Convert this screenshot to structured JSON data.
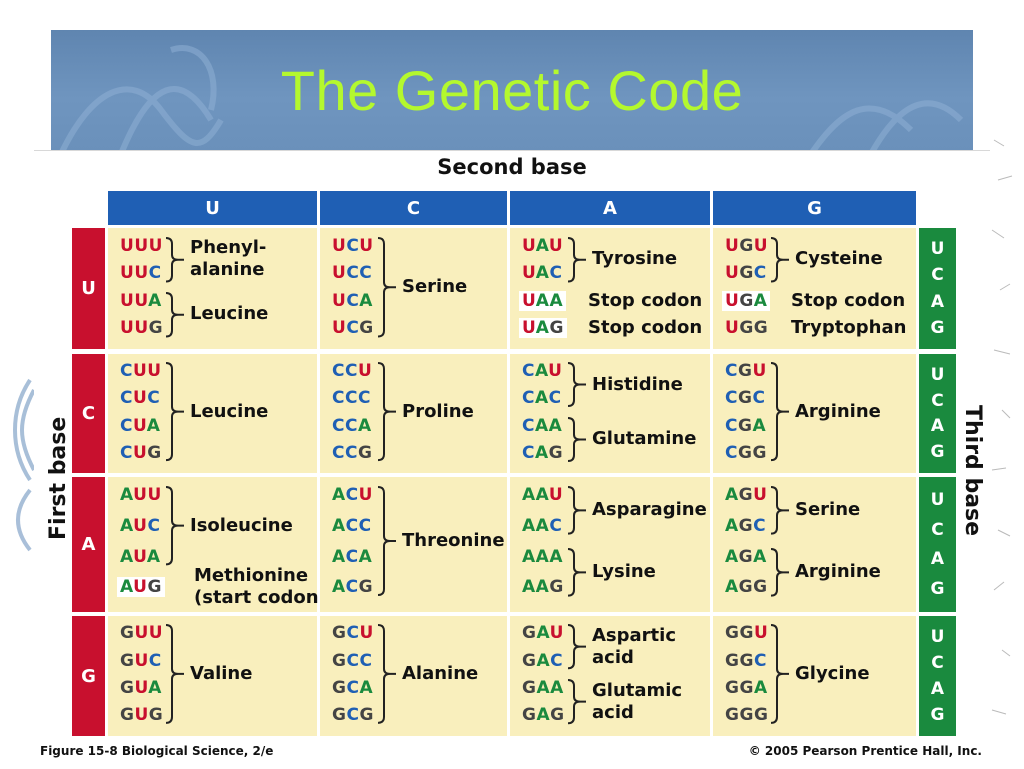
{
  "slide": {
    "title": "The Genetic Code"
  },
  "figure": {
    "second_base_label": "Second base",
    "first_base_label": "First base",
    "third_base_label": "Third base",
    "caption": "Figure 15-8  Biological Science, 2/e",
    "copyright": "© 2005 Pearson Prentice Hall, Inc."
  },
  "bases": [
    "U",
    "C",
    "A",
    "G"
  ],
  "third_base_letters": [
    "U",
    "C",
    "A",
    "G"
  ],
  "colors": {
    "U": "#c8102e",
    "C": "#1f5fb4",
    "A": "#1a8a3e",
    "G": "#444444",
    "cell_bg": "#f9efbd",
    "title": "#b4f82e"
  },
  "codon_groups": [
    [
      {
        "codons": [
          "UUU",
          "UUC"
        ],
        "aa": "Phenyl-\nalanine",
        "highlight": []
      },
      {
        "codons": [
          "UUA",
          "UUG"
        ],
        "aa": "Leucine",
        "highlight": []
      }
    ],
    [
      {
        "codons": [
          "UCU",
          "UCC",
          "UCA",
          "UCG"
        ],
        "aa": "Serine",
        "highlight": []
      }
    ],
    [
      {
        "codons": [
          "UAU",
          "UAC"
        ],
        "aa": "Tyrosine",
        "highlight": []
      },
      {
        "codons": [
          "UAA"
        ],
        "aa": "Stop codon",
        "highlight": [
          "UAA"
        ]
      },
      {
        "codons": [
          "UAG"
        ],
        "aa": "Stop codon",
        "highlight": [
          "UAG"
        ]
      }
    ],
    [
      {
        "codons": [
          "UGU",
          "UGC"
        ],
        "aa": "Cysteine",
        "highlight": []
      },
      {
        "codons": [
          "UGA"
        ],
        "aa": "Stop codon",
        "highlight": [
          "UGA"
        ]
      },
      {
        "codons": [
          "UGG"
        ],
        "aa": "Tryptophan",
        "highlight": []
      }
    ],
    [
      {
        "codons": [
          "CUU",
          "CUC",
          "CUA",
          "CUG"
        ],
        "aa": "Leucine",
        "highlight": []
      }
    ],
    [
      {
        "codons": [
          "CCU",
          "CCC",
          "CCA",
          "CCG"
        ],
        "aa": "Proline",
        "highlight": []
      }
    ],
    [
      {
        "codons": [
          "CAU",
          "CAC"
        ],
        "aa": "Histidine",
        "highlight": []
      },
      {
        "codons": [
          "CAA",
          "CAG"
        ],
        "aa": "Glutamine",
        "highlight": []
      }
    ],
    [
      {
        "codons": [
          "CGU",
          "CGC",
          "CGA",
          "CGG"
        ],
        "aa": "Arginine",
        "highlight": []
      }
    ],
    [
      {
        "codons": [
          "AUU",
          "AUC",
          "AUA"
        ],
        "aa": "Isoleucine",
        "highlight": []
      },
      {
        "codons": [
          "AUG"
        ],
        "aa": "Methionine\n(start codon)",
        "highlight": [
          "AUG"
        ]
      }
    ],
    [
      {
        "codons": [
          "ACU",
          "ACC",
          "ACA",
          "ACG"
        ],
        "aa": "Threonine",
        "highlight": []
      }
    ],
    [
      {
        "codons": [
          "AAU",
          "AAC"
        ],
        "aa": "Asparagine",
        "highlight": []
      },
      {
        "codons": [
          "AAA",
          "AAG"
        ],
        "aa": "Lysine",
        "highlight": []
      }
    ],
    [
      {
        "codons": [
          "AGU",
          "AGC"
        ],
        "aa": "Serine",
        "highlight": []
      },
      {
        "codons": [
          "AGA",
          "AGG"
        ],
        "aa": "Arginine",
        "highlight": []
      }
    ],
    [
      {
        "codons": [
          "GUU",
          "GUC",
          "GUA",
          "GUG"
        ],
        "aa": "Valine",
        "highlight": []
      }
    ],
    [
      {
        "codons": [
          "GCU",
          "GCC",
          "GCA",
          "GCG"
        ],
        "aa": "Alanine",
        "highlight": []
      }
    ],
    [
      {
        "codons": [
          "GAU",
          "GAC"
        ],
        "aa": "Aspartic\nacid",
        "highlight": []
      },
      {
        "codons": [
          "GAA",
          "GAG"
        ],
        "aa": "Glutamic\nacid",
        "highlight": []
      }
    ],
    [
      {
        "codons": [
          "GGU",
          "GGC",
          "GGA",
          "GGG"
        ],
        "aa": "Glycine",
        "highlight": []
      }
    ]
  ]
}
